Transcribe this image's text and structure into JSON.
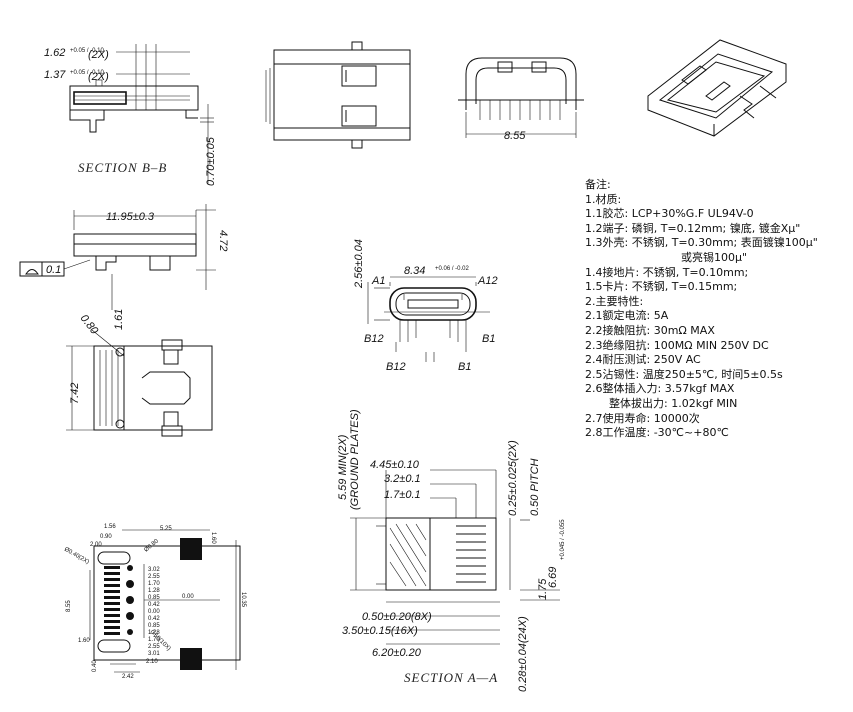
{
  "views": {
    "section_bb": {
      "caption": "SECTION  B–B",
      "dim_1": "1.62",
      "dim_1_tol": "+0.05 / -0.10",
      "dim_1_qty": "(2X)",
      "dim_2": "1.37",
      "dim_2_tol": "+0.05 / -0.10",
      "dim_2_qty": "(2X)",
      "dim_3": "0.70±0.05"
    },
    "side": {
      "width": "11.95±0.3",
      "height": "4.72",
      "flatness": "0.1",
      "standoff": "1.61"
    },
    "footprint_top": {
      "diag": "0.80",
      "height": "7.42"
    },
    "front": {
      "width": "8.55"
    },
    "front_detail": {
      "height": "2.56±0.04",
      "width": "8.34",
      "width_tol": "+0.06 / -0.02",
      "pin_a1": "A1",
      "pin_a12": "A12",
      "pin_b12": "B12",
      "pin_b1": "B1",
      "pin_b12_lower": "B12",
      "pin_b1_lower": "B1"
    },
    "pcb_layout": {
      "d1": "1.56",
      "d2": "5.25",
      "d3": "2.00",
      "d4": "0.90",
      "d5": "1.60",
      "d6": "Ø0.40(2X)",
      "d7": "Ø0.80",
      "d8": "3.02",
      "d9": "2.55",
      "d10": "1.70",
      "d11": "1.28",
      "d12": "0.85",
      "d13": "0.42",
      "d14": "0.00",
      "d15": "0.42",
      "d16": "0.85",
      "d17": "1.28",
      "d18": "1.70",
      "d19": "2.55",
      "d20": "3.01",
      "d21": "0.00",
      "d22": "8.55",
      "d23": "10.35",
      "d24": "1.60",
      "d25": "2.10",
      "d26": "2.42",
      "d27": "0.40",
      "d28": "0.60(10X)"
    },
    "section_aa": {
      "caption": "SECTION  A—A",
      "ground": "5.59  MIN(2X)",
      "ground_sub": "(GROUND PLATES)",
      "d1": "4.45±0.10",
      "d2": "3.2±0.1",
      "d3": "1.7±0.1",
      "d4": "0.25±0.025(2X)",
      "d5": "0.50  PITCH",
      "d6": "0.50±0.20(8X)",
      "d7": "3.50±0.15(16X)",
      "d8": "6.20±0.20",
      "d9": "0.28±0.04(24X)",
      "d10": "1.75",
      "d11": "6.69",
      "d11_tol": "+0.045 / -0.055"
    }
  },
  "notes": {
    "title": "备注:",
    "lines": [
      "1.材质:",
      "1.1胶芯: LCP+30%G.F  UL94V-0",
      "1.2端子: 磷铜, T=0.12mm; 镍底, 镀金Xμ\"",
      "1.3外壳: 不锈钢, T=0.30mm; 表面镀镍100μ\"",
      "或亮锡100μ\"",
      "1.4接地片: 不锈钢, T=0.10mm;",
      "1.5卡片: 不锈钢, T=0.15mm;",
      "2.主要特性:",
      "2.1额定电流: 5A",
      "2.2接触阻抗: 30mΩ  MAX",
      "2.3绝缘阻抗: 100MΩ  MIN  250V  DC",
      "2.4耐压测试: 250V  AC",
      "2.5沾锡性: 温度250±5℃, 时间5±0.5s",
      "2.6整体插入力: 3.57kgf  MAX",
      "整体拔出力: 1.02kgf  MIN",
      "2.7使用寿命: 10000次",
      "2.8工作温度: -30℃~+80℃"
    ]
  }
}
